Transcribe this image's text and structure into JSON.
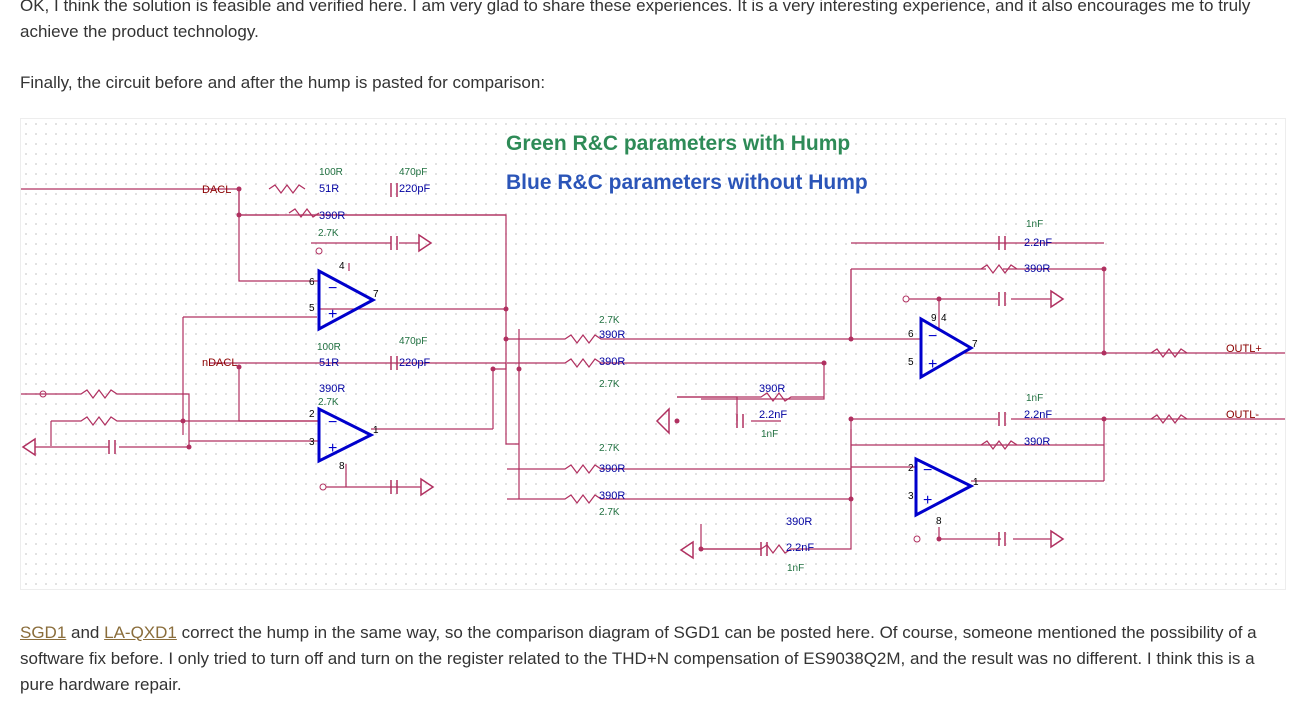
{
  "article": {
    "paragraph_1": "OK, I think the solution is feasible and verified here. I am very glad to share these experiences. It is a very interesting experience, and it also encourages me to truly achieve the product technology.",
    "paragraph_2": "Finally, the circuit before and after the hump is pasted for comparison:",
    "paragraph_3": {
      "link_1": "SGD1",
      "and_text": " and ",
      "link_2": "LA-QXD1",
      "rest": " correct the hump in the same way, so the comparison diagram of SGD1 can be posted here. Of course, someone mentioned the possibility of a software fix before. I only tried to turn off and turn on the register related to the THD+N compensation of ES9038Q2M, and the result was no different. I think this is a pure hardware repair."
    }
  },
  "figure": {
    "title_green": "Green R&C parameters with Hump",
    "title_blue": "Blue R&C parameters without Hump",
    "colors": {
      "green": "#2e8b57",
      "blue": "#2b55b8",
      "wire": "#b03060",
      "opamp": "#0000cc"
    },
    "net_labels": {
      "dacl": "DACL",
      "ndacl": "nDACL",
      "outl_plus": "OUTL+",
      "outl_minus": "OUTL-"
    },
    "green_values": {
      "r100_a": "100R",
      "c470_a": "470pF",
      "r27k_a": "2.7K",
      "r100_b": "100R",
      "c470_b": "470pF",
      "r27k_b": "2.7K",
      "r27k_c": "2.7K",
      "r27k_d": "2.7K",
      "r27k_e": "2.7K",
      "r27k_f": "2.7K",
      "c1n_a": "1nF",
      "c1n_b": "1nF",
      "c1n_c": "1nF",
      "c1n_d": "1nF"
    },
    "blue_values": {
      "r51_a": "51R",
      "c220_a": "220pF",
      "r390_a": "390R",
      "r51_b": "51R",
      "c220_b": "220pF",
      "r390_b": "390R",
      "r390_c": "390R",
      "r390_d": "390R",
      "r390_e": "390R",
      "r390_f": "390R",
      "r390_g": "390R",
      "r390_h": "390R",
      "r390_i": "390R",
      "r390_j": "390R",
      "c22n_a": "2.2nF",
      "c22n_b": "2.2nF",
      "c22n_c": "2.2nF",
      "c22n_d": "2.2nF"
    },
    "pins": {
      "u1a_inv": "6",
      "u1a_non": "5",
      "u1a_out": "7",
      "u1a_v": "4",
      "u1b_inv": "2",
      "u1b_non": "3",
      "u1b_out": "1",
      "u1b_v": "8",
      "u2a_inv": "6",
      "u2a_non": "5",
      "u2a_out": "7",
      "u2a_v1": "9",
      "u2a_v2": "4",
      "u2b_inv": "2",
      "u2b_non": "3",
      "u2b_out": "1",
      "u2b_v": "8",
      "minus": "−",
      "plus": "+"
    }
  }
}
